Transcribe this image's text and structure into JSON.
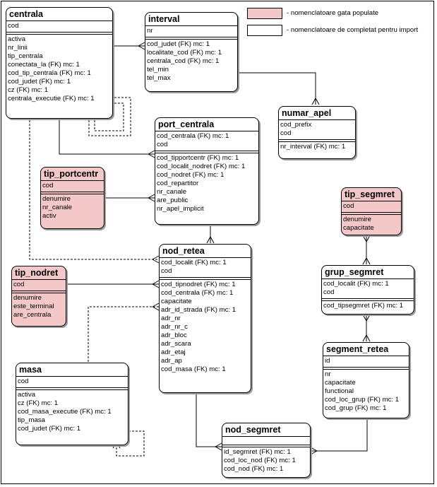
{
  "legend": [
    {
      "label": "- nomenclatoare gata populate",
      "color": "#f4c8c8"
    },
    {
      "label": "- nomenclatoare de completat pentru import",
      "color": "#ffffff"
    }
  ],
  "entities": [
    {
      "id": "centrala",
      "title": "centrala",
      "pink": false,
      "pk": [
        "cod"
      ],
      "attrs": [
        "activa",
        "nr_linii",
        "tip_centrala",
        "conectata_la (FK) mc: 1",
        "cod_tip_centrala (FK) mc: 1",
        "cod_judet (FK) mc: 1",
        "cz (FK) mc: 1",
        "centrala_executie (FK) mc: 1"
      ]
    },
    {
      "id": "interval",
      "title": "interval",
      "pink": false,
      "pk": [
        "nr"
      ],
      "attrs": [
        "cod_judet (FK) mc: 1",
        "localitate_cod (FK) mc: 1",
        "centrala_cod (FK) mc: 1",
        "tel_min",
        "tel_max"
      ]
    },
    {
      "id": "numar_apel",
      "title": "numar_apel",
      "pink": false,
      "pk": [
        "cod_prefix",
        "cod"
      ],
      "attrs": [
        "nr_interval (FK) mc: 1"
      ]
    },
    {
      "id": "port_centrala",
      "title": "port_centrala",
      "pink": false,
      "pk": [
        "cod_centrala (FK) mc: 1",
        "cod"
      ],
      "attrs": [
        "cod_tipportcentr (FK) mc: 1",
        "cod_localit_nodret (FK) mc: 1",
        "cod_nodret (FK) mc: 1",
        "cod_repartitor",
        "nr_canale",
        "are_public",
        "nr_apel_implicit"
      ]
    },
    {
      "id": "tip_portcentr",
      "title": "tip_portcentr",
      "pink": true,
      "pk": [
        "cod"
      ],
      "attrs": [
        "denumire",
        "nr_canale",
        "activ"
      ]
    },
    {
      "id": "tip_segmret",
      "title": "tip_segmret",
      "pink": true,
      "pk": [
        "cod"
      ],
      "attrs": [
        "denumire",
        "capacitate"
      ]
    },
    {
      "id": "nod_retea",
      "title": "nod_retea",
      "pink": false,
      "pk": [
        "cod_localit (FK) mc: 1",
        "cod"
      ],
      "attrs": [
        "cod_tipnodret (FK) mc: 1",
        "cod_centrala (FK) mc: 1",
        "capacitate",
        "adr_id_strada (FK) mc: 1",
        "adr_nr",
        "adr_nr_c",
        "adr_bloc",
        "adr_scara",
        "adr_etaj",
        "adr_ap",
        "cod_masa (FK) mc: 1"
      ]
    },
    {
      "id": "tip_nodret",
      "title": "tip_nodret",
      "pink": true,
      "pk": [
        "cod"
      ],
      "attrs": [
        "denumire",
        "este_terminal",
        "are_centrala"
      ]
    },
    {
      "id": "grup_segmret",
      "title": "grup_segmret",
      "pink": false,
      "pk": [
        "cod_localit (FK) mc: 1",
        "cod"
      ],
      "attrs": [
        "cod_tipsegmret (FK) mc: 1"
      ]
    },
    {
      "id": "segment_retea",
      "title": "segment_retea",
      "pink": false,
      "pk": [
        "id"
      ],
      "attrs": [
        "nr",
        "capacitate",
        "functional",
        "cod_loc_grup (FK) mc: 1",
        "cod_grup (FK) mc: 1"
      ]
    },
    {
      "id": "masa",
      "title": "masa",
      "pink": false,
      "pk": [
        "cod"
      ],
      "attrs": [
        "activa",
        "cz (FK) mc: 1",
        "cod_masa_executie (FK) mc: 1",
        "tip_masa",
        "cod_judet (FK) mc: 1"
      ]
    },
    {
      "id": "nod_segmret",
      "title": "nod_segmret",
      "pink": false,
      "pk": [],
      "attrs": [
        "id_segmret (FK) mc: 1",
        "cod_loc_nod (FK) mc: 1",
        "cod_nod (FK) mc: 1"
      ]
    }
  ]
}
